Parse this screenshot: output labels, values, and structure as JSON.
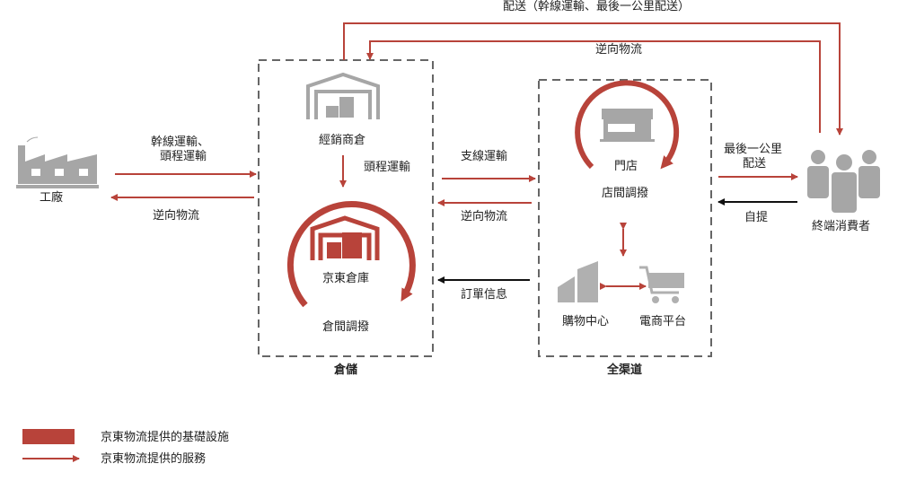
{
  "colors": {
    "accent": "#b8433a",
    "gray": "#a6a6a6",
    "black": "#111111",
    "box": "#666666"
  },
  "nodes": {
    "factory": "工廠",
    "dealer_warehouse": "經銷商倉",
    "jd_warehouse": "京東倉庫",
    "warehouse_transfer": "倉間調撥",
    "store": "門店",
    "store_transfer": "店間調撥",
    "mall": "購物中心",
    "ecommerce": "電商平台",
    "consumer": "終端消費者"
  },
  "groups": {
    "storage": "倉儲",
    "omnichannel": "全渠道"
  },
  "edges": {
    "delivery_top": "配送（幹線運輸、最後一公里配送）",
    "reverse_top": "逆向物流",
    "trunk_line1": "幹線運輸、",
    "trunk_line2": "頭程運輸",
    "reverse_factory": "逆向物流",
    "first_leg": "頭程運輸",
    "branch": "支線運輸",
    "reverse_channel": "逆向物流",
    "order_info": "訂單信息",
    "last_mile_line1": "最後一公里",
    "last_mile_line2": "配送",
    "self_pickup": "自提"
  },
  "legend": {
    "infrastructure": "京東物流提供的基礎設施",
    "service": "京東物流提供的服務"
  }
}
